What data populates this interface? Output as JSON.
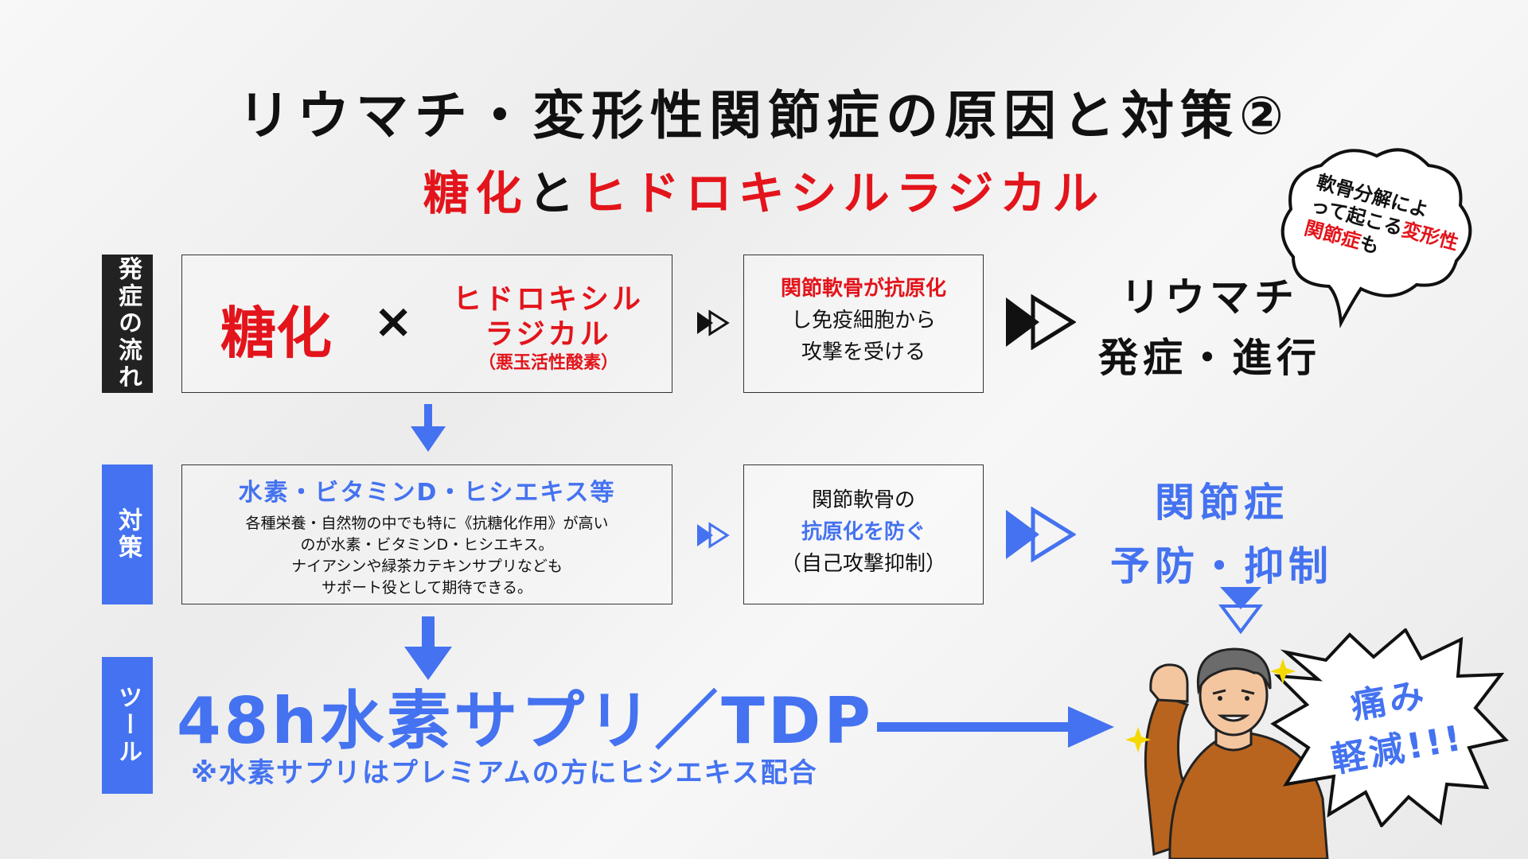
{
  "title": "リウマチ・変形性関節症の原因と対策②",
  "subtitle": {
    "part1": "糖化",
    "part2": "と",
    "part3": "ヒドロキシルラジカル"
  },
  "rows": {
    "flow": {
      "label": "発症の流れ",
      "box1": {
        "glycation": "糖化",
        "times": "×",
        "radical_line1": "ヒドロキシル",
        "radical_line2": "ラジカル",
        "radical_note": "（悪玉活性酸素）"
      },
      "box2": {
        "line1": "関節軟骨が抗原化",
        "line2": "し免疫細胞から",
        "line3": "攻撃を受ける"
      },
      "result_line1": "リウマチ",
      "result_line2": "発症・進行"
    },
    "countermeasure": {
      "label": "対策",
      "box1": {
        "heading": "水素・ビタミンD・ヒシエキス等",
        "line1": "各種栄養・自然物の中でも特に《抗糖化作用》が高い",
        "line2": "のが水素・ビタミンD・ヒシエキス。",
        "line3": "ナイアシンや緑茶カテキンサプリなども",
        "line4": "サポート役として期待できる。"
      },
      "box2": {
        "line1": "関節軟骨の",
        "line2": "抗原化を防ぐ",
        "line3": "（自己攻撃抑制）"
      },
      "result_line1": "関節症",
      "result_line2": "予防・抑制"
    },
    "tool": {
      "label": "ツール",
      "main": "48h水素サプリ／TDP",
      "note": "※水素サプリはプレミアムの方にヒシエキス配合"
    }
  },
  "bubble_top": {
    "line1": "軟骨分解によ",
    "line2a": "って起こる",
    "line2b": "変形性",
    "line3a": "関節症",
    "line3b": "も"
  },
  "bubble_pain": {
    "line1": "痛み",
    "line2": "軽減!!!"
  },
  "colors": {
    "red": "#e3141b",
    "blue": "#4472f0",
    "dark": "#222222",
    "shirt": "#b8641e"
  }
}
